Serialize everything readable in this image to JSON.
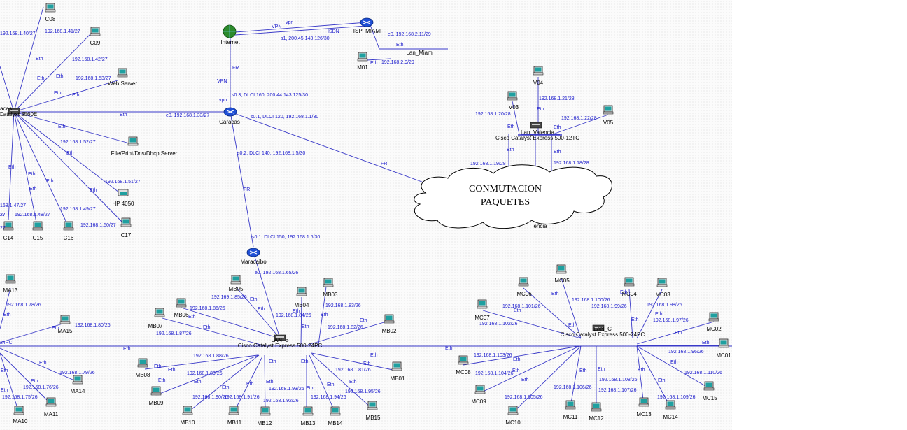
{
  "colors": {
    "link": "#3a3ac8",
    "label": "#1a1acc",
    "router": "#1f4fd6",
    "cloud": "#ffffff"
  },
  "cloud": {
    "line1": "CONMUTACION",
    "line2": "PAQUETES",
    "behind": "encia"
  },
  "nodes": [
    {
      "id": "C08",
      "type": "pc",
      "label": "C08"
    },
    {
      "id": "C09",
      "type": "pc",
      "label": "C09"
    },
    {
      "id": "WEB",
      "type": "pc",
      "label": "Web Server"
    },
    {
      "id": "FILE",
      "type": "server",
      "label": "File/Print/Dns/Dhcp Server"
    },
    {
      "id": "HP",
      "type": "printer",
      "label": "HP 4050"
    },
    {
      "id": "C14",
      "type": "pc",
      "label": "C14"
    },
    {
      "id": "C15",
      "type": "pc",
      "label": "C15"
    },
    {
      "id": "C16",
      "type": "pc",
      "label": "C16"
    },
    {
      "id": "C17",
      "type": "pc",
      "label": "C17"
    },
    {
      "id": "SWC",
      "type": "switch",
      "label": "racas",
      "label2": "Catalyst 3560E"
    },
    {
      "id": "INET",
      "type": "globe",
      "label": "Internet"
    },
    {
      "id": "ISP",
      "type": "router",
      "label": "ISP_MIAMI"
    },
    {
      "id": "LMI",
      "type": "lan",
      "label": "Lan_Miami"
    },
    {
      "id": "M01",
      "type": "pc",
      "label": "M01"
    },
    {
      "id": "CAR",
      "type": "router",
      "label": "Caracas"
    },
    {
      "id": "V04",
      "type": "pc",
      "label": "V04"
    },
    {
      "id": "V03",
      "type": "pc",
      "label": "V03"
    },
    {
      "id": "V05",
      "type": "pc",
      "label": "V05"
    },
    {
      "id": "SWV",
      "type": "switch",
      "label": "Lan_Valencia",
      "label2": "Cisco Catalyst Express 500-12TC"
    },
    {
      "id": "MAR",
      "type": "router",
      "label": "Maracaibo"
    },
    {
      "id": "SWB",
      "type": "switch",
      "label": "LAN_B",
      "label2": "Cisco Catalyst Express 500-24PC"
    },
    {
      "id": "MB05",
      "type": "pc",
      "label": "MB05"
    },
    {
      "id": "MB04",
      "type": "pc",
      "label": "MB04"
    },
    {
      "id": "MB03",
      "type": "pc",
      "label": "MB03"
    },
    {
      "id": "MB06",
      "type": "pc",
      "label": "MB06"
    },
    {
      "id": "MB07",
      "type": "pc",
      "label": "MB07"
    },
    {
      "id": "MB02",
      "type": "pc",
      "label": "MB02"
    },
    {
      "id": "MB08",
      "type": "pc",
      "label": "MB08"
    },
    {
      "id": "MB09",
      "type": "pc",
      "label": "MB09"
    },
    {
      "id": "MB10",
      "type": "pc",
      "label": "MB10"
    },
    {
      "id": "MB11",
      "type": "pc",
      "label": "MB11"
    },
    {
      "id": "MB12",
      "type": "pc",
      "label": "MB12"
    },
    {
      "id": "MB13",
      "type": "pc",
      "label": "MB13"
    },
    {
      "id": "MB14",
      "type": "pc",
      "label": "MB14"
    },
    {
      "id": "MB15",
      "type": "pc",
      "label": "MB15"
    },
    {
      "id": "MB01",
      "type": "pc",
      "label": "MB01"
    },
    {
      "id": "SWCC",
      "type": "switch",
      "label": "LAN_C",
      "label2": "Cisco Catalyst Express 500-24PC"
    },
    {
      "id": "MC05",
      "type": "pc",
      "label": "MC05"
    },
    {
      "id": "MC06",
      "type": "pc",
      "label": "MC06"
    },
    {
      "id": "MC04",
      "type": "pc",
      "label": "MC04"
    },
    {
      "id": "MC03",
      "type": "pc",
      "label": "MC03"
    },
    {
      "id": "MC07",
      "type": "pc",
      "label": "MC07"
    },
    {
      "id": "MC02",
      "type": "pc",
      "label": "MC02"
    },
    {
      "id": "MC01",
      "type": "pc",
      "label": "MC01"
    },
    {
      "id": "MC08",
      "type": "pc",
      "label": "MC08"
    },
    {
      "id": "MC09",
      "type": "pc",
      "label": "MC09"
    },
    {
      "id": "MC10",
      "type": "pc",
      "label": "MC10"
    },
    {
      "id": "MC11",
      "type": "pc",
      "label": "MC11"
    },
    {
      "id": "MC12",
      "type": "pc",
      "label": "MC12"
    },
    {
      "id": "MC13",
      "type": "pc",
      "label": "MC13"
    },
    {
      "id": "MC14",
      "type": "pc",
      "label": "MC14"
    },
    {
      "id": "MC15",
      "type": "pc",
      "label": "MC15"
    },
    {
      "id": "MA13",
      "type": "pc",
      "label": "MA13"
    },
    {
      "id": "MA15",
      "type": "pc",
      "label": "MA15"
    },
    {
      "id": "MA14",
      "type": "pc",
      "label": "MA14"
    },
    {
      "id": "MA10",
      "type": "pc",
      "label": "MA10"
    },
    {
      "id": "MA11",
      "type": "pc",
      "label": "MA11"
    }
  ],
  "texts": [
    {
      "t": "192.168.1.40/27"
    },
    {
      "t": "192.168.1.41/27"
    },
    {
      "t": "192.168.1.42/27"
    },
    {
      "t": "Eth"
    },
    {
      "t": "Eth"
    },
    {
      "t": "Eth"
    },
    {
      "t": "192.168.1.53/27"
    },
    {
      "t": "Eth"
    },
    {
      "t": "Eth"
    },
    {
      "t": "Eth"
    },
    {
      "t": "e0, 192.168.1.33/27"
    },
    {
      "t": "Eth"
    },
    {
      "t": "192.168.1.52/27"
    },
    {
      "t": "Eth"
    },
    {
      "t": "192.168.1.51/27"
    },
    {
      "t": "Eth"
    },
    {
      "t": "Eth"
    },
    {
      "t": "Eth"
    },
    {
      "t": "192.168.1.49/27"
    },
    {
      "t": "192.168.1.50/27"
    },
    {
      "t": "192.168.1.48/27"
    },
    {
      "t": "168.1.47/27"
    },
    {
      "t": "27"
    },
    {
      "t": "Eth"
    },
    {
      "t": "Eth"
    },
    {
      "t": "VPN"
    },
    {
      "t": "vpn"
    },
    {
      "t": "ISDN"
    },
    {
      "t": "s1, 200.45.143.126/30"
    },
    {
      "t": "e0, 192.168.2.11/29"
    },
    {
      "t": "Eth"
    },
    {
      "t": "Eth"
    },
    {
      "t": "192.168.2.9/29"
    },
    {
      "t": "FR"
    },
    {
      "t": "VPN"
    },
    {
      "t": "vpn"
    },
    {
      "t": "s0.3, DLCI 160, 200.44.143.125/30"
    },
    {
      "t": "s0.1, DLCI 120, 192.168.1.1/30"
    },
    {
      "t": "s0.2, DLCI 140, 192.168.1.5/30"
    },
    {
      "t": "FR"
    },
    {
      "t": "FR"
    },
    {
      "t": "s0.1, DLCI 150, 192.168.1.6/30"
    },
    {
      "t": "e0, 192.168.1.65/26"
    },
    {
      "t": "192.168.1.21/28"
    },
    {
      "t": "Eth"
    },
    {
      "t": "192.168.1.20/28"
    },
    {
      "t": "Eth"
    },
    {
      "t": "192.168.1.22/28"
    },
    {
      "t": "Eth"
    },
    {
      "t": "Eth"
    },
    {
      "t": "Eth"
    },
    {
      "t": "192.168.1.19/28"
    },
    {
      "t": "192.168.1.18/28"
    },
    {
      "t": "192.169.1.85/26"
    },
    {
      "t": "192.168.1.86/26"
    },
    {
      "t": "192.168.1.87/26"
    },
    {
      "t": "Eth"
    },
    {
      "t": "Eth"
    },
    {
      "t": "Eth"
    },
    {
      "t": "Eth"
    },
    {
      "t": "192.168.1.84/26"
    },
    {
      "t": "192.168.1.83/26"
    },
    {
      "t": "192.168.1.82/26"
    },
    {
      "t": "Eth"
    },
    {
      "t": "Eth"
    },
    {
      "t": "Eth"
    },
    {
      "t": "Eth"
    },
    {
      "t": "Eth"
    },
    {
      "t": "Eth"
    },
    {
      "t": "192.168.1.88/26"
    },
    {
      "t": "192.168.1.89/26"
    },
    {
      "t": "192.168.1.90/26"
    },
    {
      "t": "192.168.1.91/26"
    },
    {
      "t": "192.168.1.92/26"
    },
    {
      "t": "192.168.1.93/26"
    },
    {
      "t": "192.168.1.94/26"
    },
    {
      "t": "192.168.1.95/26"
    },
    {
      "t": "192.168.1.81/26"
    },
    {
      "t": "Eth"
    },
    {
      "t": "Eth"
    },
    {
      "t": "Eth"
    },
    {
      "t": "Eth"
    },
    {
      "t": "Eth"
    },
    {
      "t": "Eth"
    },
    {
      "t": "Eth"
    },
    {
      "t": "Eth"
    },
    {
      "t": "Eth"
    },
    {
      "t": "Eth"
    },
    {
      "t": "192.168.1.100/26"
    },
    {
      "t": "192.168.1.99/26"
    },
    {
      "t": "192.168.1.98/26"
    },
    {
      "t": "192.168.1.97/26"
    },
    {
      "t": "192.168.1.101/26"
    },
    {
      "t": "192.168.1.102/26"
    },
    {
      "t": "192.168.1.96/26"
    },
    {
      "t": "Eth"
    },
    {
      "t": "Eth"
    },
    {
      "t": "Eth"
    },
    {
      "t": "Eth"
    },
    {
      "t": "Eth"
    },
    {
      "t": "Eth"
    },
    {
      "t": "Eth"
    },
    {
      "t": "Eth"
    },
    {
      "t": "192.168.1.103/26"
    },
    {
      "t": "192.168.1.104/26"
    },
    {
      "t": "192.168.1.105/26"
    },
    {
      "t": "192.168.1.106/26"
    },
    {
      "t": "192.168.1.107/26"
    },
    {
      "t": "192.168.1.108/26"
    },
    {
      "t": "192.168.1.109/26"
    },
    {
      "t": "192.168.1.110/26"
    },
    {
      "t": "Eth"
    },
    {
      "t": "Eth"
    },
    {
      "t": "Eth"
    },
    {
      "t": "Eth"
    },
    {
      "t": "Eth"
    },
    {
      "t": "Eth"
    },
    {
      "t": "Eth"
    },
    {
      "t": "Eth"
    },
    {
      "t": "192.168.1.78/26"
    },
    {
      "t": "192.168.1.80/26"
    },
    {
      "t": "192.168.1.79/26"
    },
    {
      "t": "192.168.1.76/26"
    },
    {
      "t": "192.168.1.75/26"
    },
    {
      "t": "Eth"
    },
    {
      "t": "Eth"
    },
    {
      "t": "Eth"
    },
    {
      "t": "Eth"
    },
    {
      "t": "Eth"
    },
    {
      "t": "Eth"
    },
    {
      "t": "24PC"
    },
    {
      "t": "Eth"
    },
    {
      "t": "Eth"
    },
    {
      "t": "Eth"
    },
    {
      "t": "Eth"
    },
    {
      "t": "27"
    },
    {
      "t": "27"
    }
  ]
}
